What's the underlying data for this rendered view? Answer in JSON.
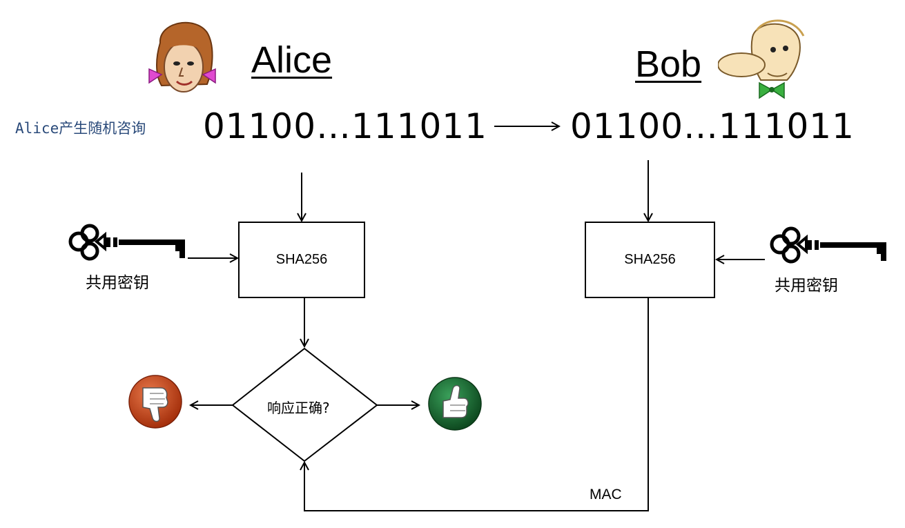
{
  "alice": {
    "name": "Alice",
    "bits": "01100…111011",
    "caption": "Alice产生随机咨询",
    "key_label": "共用密钥",
    "hash_box": "SHA256",
    "avatar_icon": "alice-avatar-icon"
  },
  "bob": {
    "name": "Bob",
    "bits": "01100…111011",
    "key_label": "共用密钥",
    "hash_box": "SHA256",
    "avatar_icon": "bob-avatar-icon"
  },
  "decision": {
    "question": "响应正确?",
    "reject_icon": "thumbs-down-icon",
    "accept_icon": "thumbs-up-icon"
  },
  "link_label": "MAC",
  "colors": {
    "reject": "#c0441c",
    "accept": "#1e6e34",
    "caption": "#2a4a7a"
  }
}
